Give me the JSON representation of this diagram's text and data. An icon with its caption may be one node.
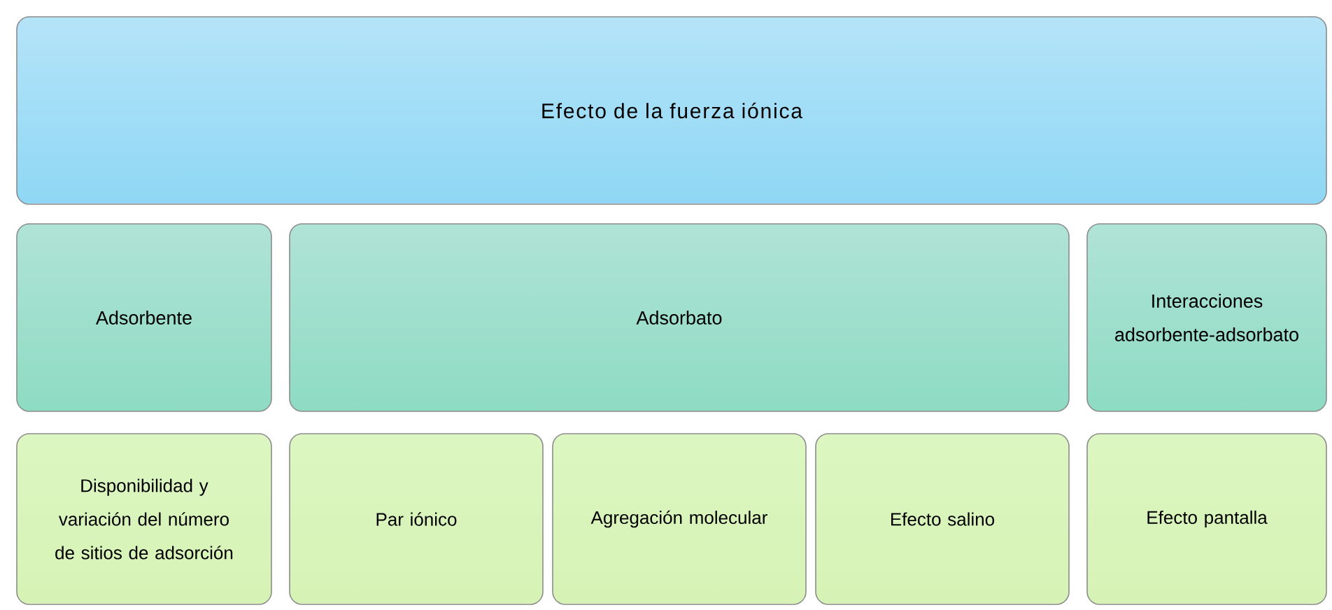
{
  "diagram": {
    "nodes": [
      {
        "text": [
          "Efecto de la fuerza iónica"
        ]
      },
      {
        "text": [
          "Adsorbente"
        ]
      },
      {
        "text": [
          "Adsorbato"
        ]
      },
      {
        "text": [
          "Interacciones adsorbente-adsorbato"
        ]
      },
      {
        "text": [
          "Disponibilidad y variación del número de sitios de adsorción"
        ]
      },
      {
        "text": [
          "Par iónico"
        ]
      },
      {
        "text": [
          "Agregación molecular"
        ]
      },
      {
        "text": [
          "Efecto salino"
        ]
      },
      {
        "text": [
          "Efecto pantalla"
        ]
      }
    ]
  }
}
